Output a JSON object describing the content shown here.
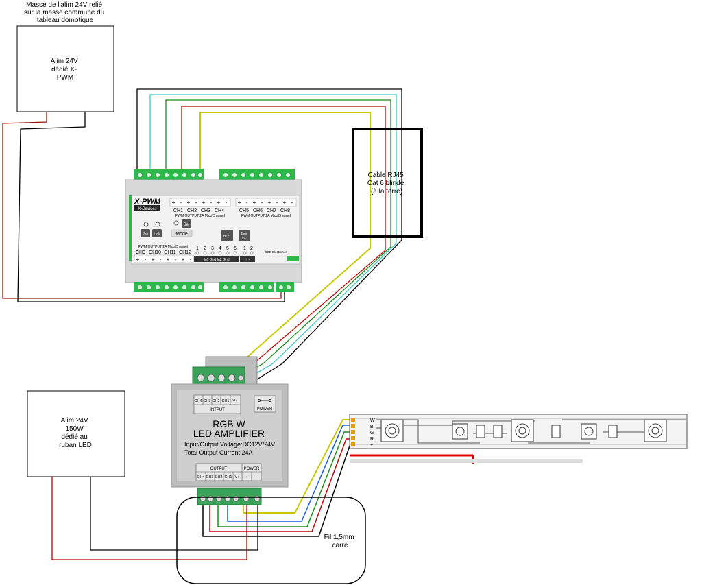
{
  "annotations": {
    "psu_xpwm_note": [
      "Masse de l'alim 24V relié",
      "sur la masse commune du",
      "tableau domotique"
    ],
    "psu_xpwm": [
      "Alim 24V",
      "dédié X-",
      "PWM"
    ],
    "rj45": [
      "Cable RJ45",
      "Cat 6 blindé",
      "(à la terre)"
    ],
    "psu_led": [
      "Alim 24V",
      "150W",
      "dédié au",
      "ruban LED"
    ],
    "wire_note": [
      "Fil 1,5mm",
      "carré"
    ]
  },
  "xpwm": {
    "brand": "X-PWM",
    "sub": "X-Devices",
    "top_left_terminals": [
      "+",
      "-",
      "+",
      "-",
      "+",
      "-",
      "+",
      "-"
    ],
    "top_left_channels": [
      "CH1",
      "CH2",
      "CH3",
      "CH4"
    ],
    "top_left_caption": "PWM OUTPUT 2A Max/Channel",
    "top_right_terminals": [
      "+",
      "-",
      "+",
      "-",
      "+",
      "-",
      "+",
      "-"
    ],
    "top_right_channels": [
      "CH5",
      "CH6",
      "CH7",
      "CH8"
    ],
    "top_right_caption": "PWM OUTPUT 2A Max/Channel",
    "led_pwr": "Pwr",
    "led_link": "Link",
    "sel_button": "Sel",
    "mode_button": "Mode",
    "bus_label": "BUS",
    "pwr_label": "Pwr",
    "pwr_volt": "12V",
    "bottom_caption": "PWM OUTPUT 2A Max/Channel",
    "bottom_channels": [
      "CH9",
      "CH10",
      "CH11",
      "CH12"
    ],
    "bottom_terminals": [
      "+",
      "-",
      "+",
      "-",
      "+",
      "-",
      "+",
      "-"
    ],
    "input_numbers": [
      "1",
      "2",
      "3",
      "4",
      "5",
      "6"
    ],
    "input_labels": "In1 Gnd In2 Gnd",
    "power_numbers": [
      "1",
      "2"
    ],
    "power_labels": "+  -",
    "maker": "GCE Electronics"
  },
  "amplifier": {
    "input_channels": [
      "CH4",
      "CH3",
      "CH2",
      "CH1",
      "V+"
    ],
    "input_caption": "INTPUT",
    "power_caption": "POWER",
    "title1": "RGB W",
    "title2": "LED AMPLIFIER",
    "spec1": "Input/Output Voltage:DC12V/24V",
    "spec2": "Total Output Current:24A",
    "output_caption": "OUTPUT",
    "output_power_caption": "POWER",
    "output_channels": [
      "CH4",
      "CH3",
      "CH2",
      "CH1",
      "V+"
    ],
    "output_power": [
      "+",
      "-"
    ]
  },
  "strip": {
    "pad_labels": [
      "W",
      "B",
      "G",
      "R",
      "+"
    ]
  },
  "colors": {
    "terminal_green": "#2db84a",
    "wire_yellow": "#c8c800",
    "wire_red": "#c00000",
    "wire_green": "#1a8a1a",
    "wire_blue": "#1a5adc",
    "wire_cyan": "#40c8c8",
    "wire_black": "#000000",
    "wire_darkred": "#a01010"
  }
}
